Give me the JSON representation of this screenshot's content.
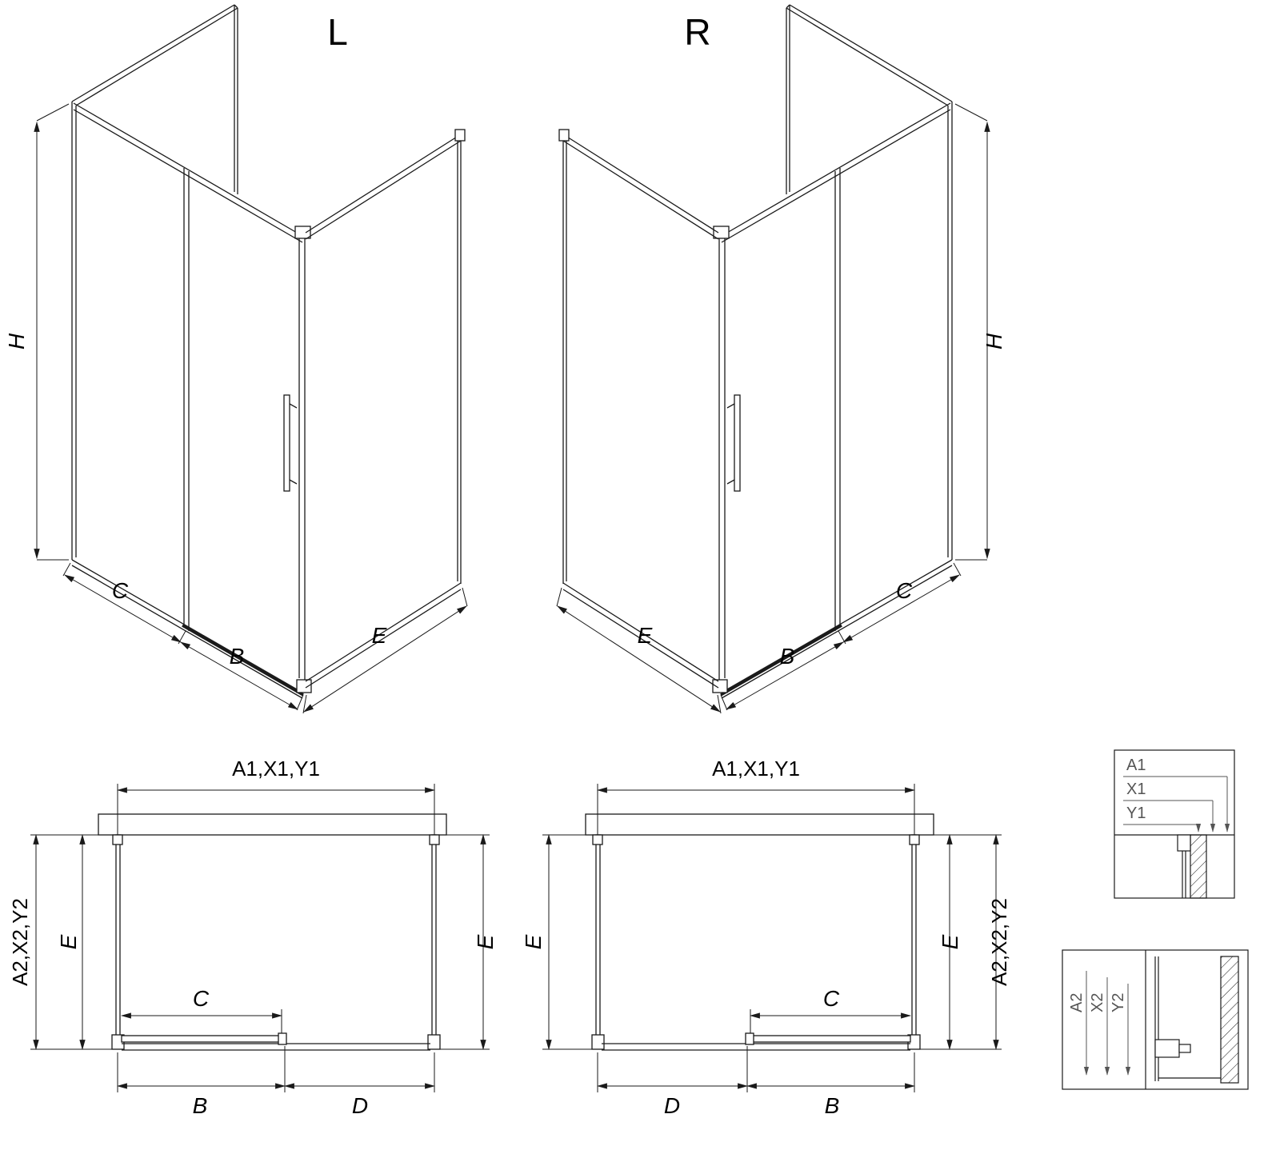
{
  "page": {
    "background": "#ffffff",
    "line_color": "#1a1a1a"
  },
  "iso_left": {
    "title": "L",
    "h": "H",
    "c": "C",
    "b": "B",
    "e": "E"
  },
  "iso_right": {
    "title": "R",
    "h": "H",
    "c": "C",
    "b": "B",
    "e": "E"
  },
  "plan_left": {
    "top": "A1,X1,Y1",
    "outer_side": "A2,X2,Y2",
    "inner_side": "E",
    "right_side": "E",
    "c": "C",
    "b": "B",
    "d": "D"
  },
  "plan_right": {
    "top": "A1,X1,Y1",
    "outer_side": "A2,X2,Y2",
    "inner_side": "E",
    "left_side": "E",
    "c": "C",
    "b": "B",
    "d": "D"
  },
  "detail_top": {
    "l1": "A1",
    "l2": "X1",
    "l3": "Y1"
  },
  "detail_bottom": {
    "l1": "A2",
    "l2": "X2",
    "l3": "Y2"
  }
}
